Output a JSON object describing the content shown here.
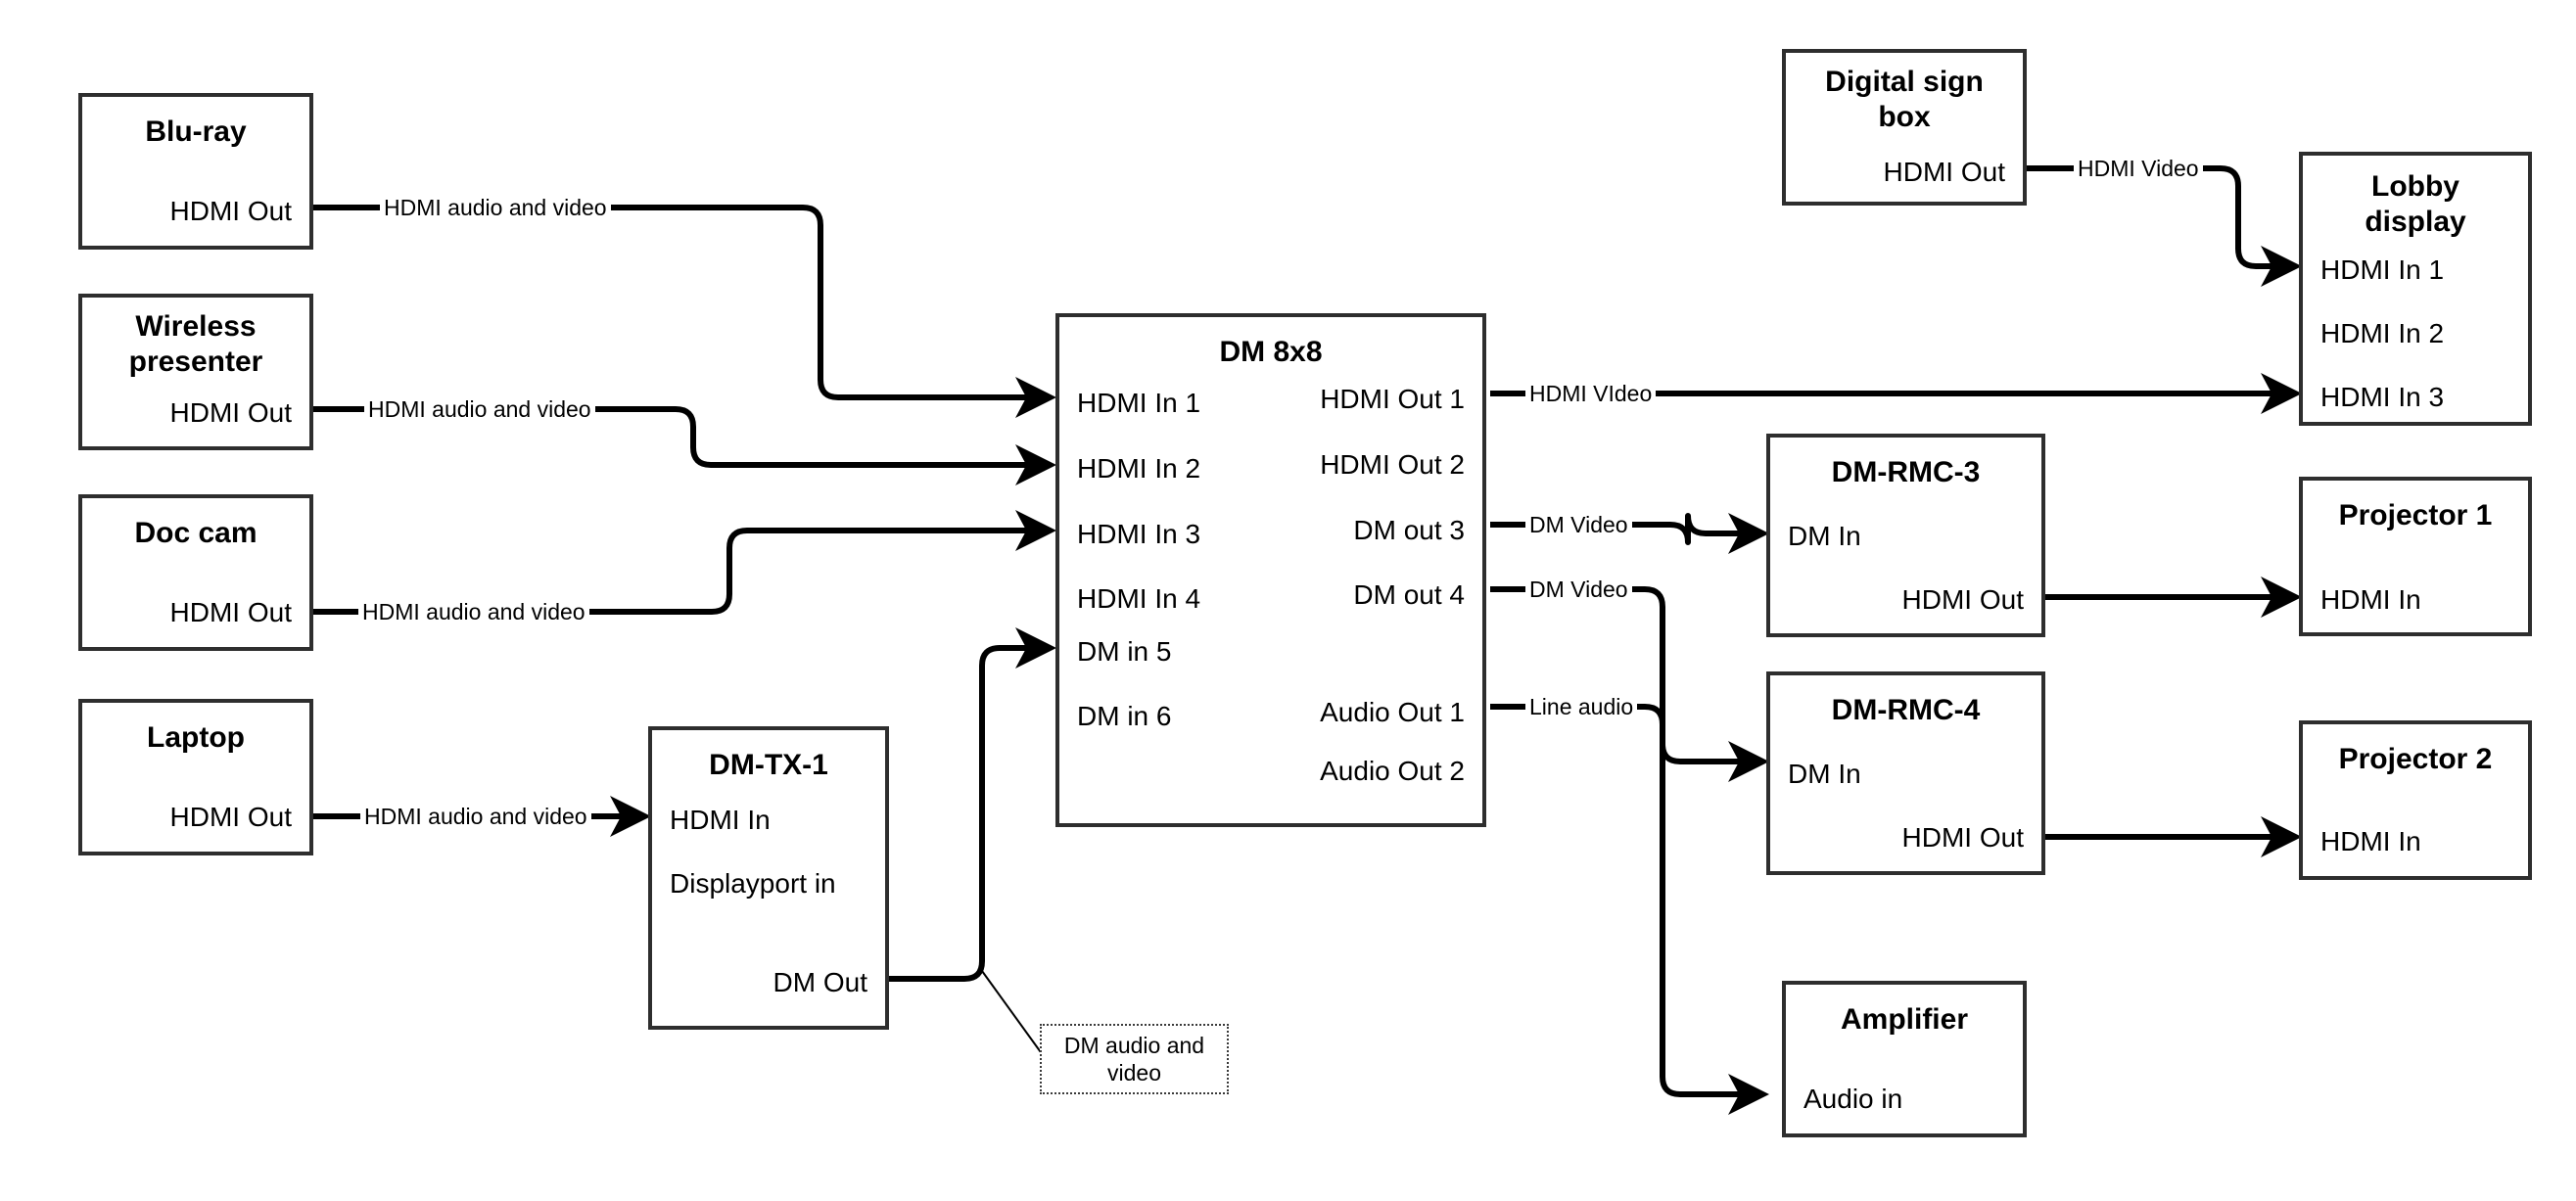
{
  "diagram": {
    "title": "AV signal routing diagram",
    "line_color": "#000000",
    "box_border_color": "#2e2e2e",
    "background": "#ffffff"
  },
  "nodes": {
    "bluray": {
      "title": "Blu-ray",
      "ports": [
        "HDMI Out"
      ]
    },
    "wireless": {
      "title": "Wireless\npresenter",
      "title_line1": "Wireless",
      "title_line2": "presenter",
      "ports": [
        "HDMI Out"
      ]
    },
    "doccam": {
      "title": "Doc cam",
      "ports": [
        "HDMI Out"
      ]
    },
    "laptop": {
      "title": "Laptop",
      "ports": [
        "HDMI Out"
      ]
    },
    "dmtx1": {
      "title": "DM-TX-1",
      "ports": [
        "HDMI In",
        "Displayport in",
        "DM Out"
      ]
    },
    "dm8x8": {
      "title": "DM 8x8",
      "inputs": [
        "HDMI In 1",
        "HDMI In 2",
        "HDMI In 3",
        "HDMI In 4",
        "DM in 5",
        "DM in 6"
      ],
      "outputs": [
        "HDMI Out 1",
        "HDMI Out 2",
        "DM out 3",
        "DM out 4",
        "Audio Out 1",
        "Audio Out 2"
      ]
    },
    "digitalsign": {
      "title_line1": "Digital sign",
      "title_line2": "box",
      "ports": [
        "HDMI Out"
      ]
    },
    "lobby": {
      "title_line1": "Lobby",
      "title_line2": "display",
      "ports": [
        "HDMI In 1",
        "HDMI In 2",
        "HDMI In 3"
      ]
    },
    "dmrmc3": {
      "title": "DM-RMC-3",
      "ports": [
        "DM In",
        "HDMI Out"
      ]
    },
    "dmrmc4": {
      "title": "DM-RMC-4",
      "ports": [
        "DM In",
        "HDMI Out"
      ]
    },
    "projector1": {
      "title": "Projector 1",
      "ports": [
        "HDMI In"
      ]
    },
    "projector2": {
      "title": "Projector 2",
      "ports": [
        "HDMI In"
      ]
    },
    "amplifier": {
      "title": "Amplifier",
      "ports": [
        "Audio in"
      ]
    }
  },
  "edges": [
    {
      "id": "bluray-to-in1",
      "label": "HDMI audio and video",
      "from": "Blu-ray HDMI Out",
      "to": "DM 8x8 HDMI In 1"
    },
    {
      "id": "wireless-to-in2",
      "label": "HDMI audio and video",
      "from": "Wireless presenter HDMI Out",
      "to": "DM 8x8 HDMI In 2"
    },
    {
      "id": "doccam-to-in3",
      "label": "HDMI audio and video",
      "from": "Doc cam HDMI Out",
      "to": "DM 8x8 HDMI In 3"
    },
    {
      "id": "laptop-to-dmtx1",
      "label": "HDMI audio and video",
      "from": "Laptop HDMI Out",
      "to": "DM-TX-1 HDMI In"
    },
    {
      "id": "dmtx1-to-in5",
      "label": "DM audio and video",
      "from": "DM-TX-1 DM Out",
      "to": "DM 8x8 DM in 5"
    },
    {
      "id": "hdmiout1-to-lobby3",
      "label": "HDMI VIdeo",
      "from": "DM 8x8 HDMI Out 1",
      "to": "Lobby display HDMI In 3"
    },
    {
      "id": "dmout3-to-rmc3",
      "label": "DM Video",
      "from": "DM 8x8 DM out 3",
      "to": "DM-RMC-3 DM In"
    },
    {
      "id": "dmout4-to-rmc4",
      "label": "DM Video",
      "from": "DM 8x8 DM out 4",
      "to": "DM-RMC-4 DM In"
    },
    {
      "id": "audioout1-to-amp",
      "label": "Line audio",
      "from": "DM 8x8 Audio Out 1",
      "to": "Amplifier Audio in"
    },
    {
      "id": "sign-to-lobby1",
      "label": "HDMI Video",
      "from": "Digital sign box HDMI Out",
      "to": "Lobby display HDMI In 1"
    },
    {
      "id": "rmc3-to-proj1",
      "label": "",
      "from": "DM-RMC-3 HDMI Out",
      "to": "Projector 1 HDMI In"
    },
    {
      "id": "rmc4-to-proj2",
      "label": "",
      "from": "DM-RMC-4 HDMI Out",
      "to": "Projector 2 HDMI In"
    }
  ],
  "annotations": {
    "dm_audio_video": {
      "line1": "DM audio and",
      "line2": "video"
    }
  }
}
